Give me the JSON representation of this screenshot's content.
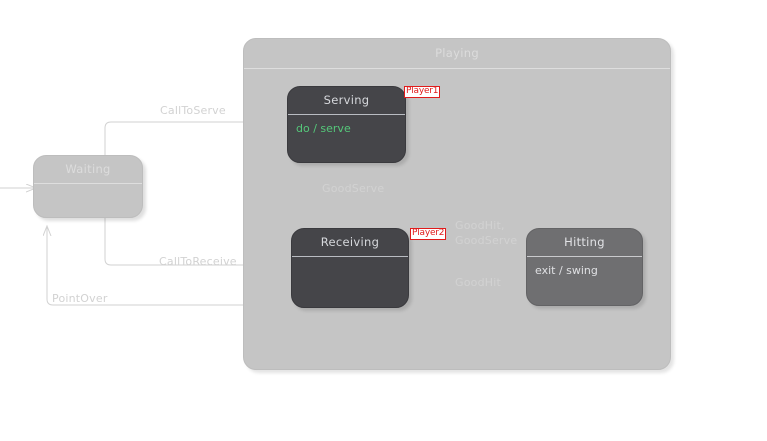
{
  "diagram": {
    "type": "uml-statechart",
    "colors": {
      "canvas_bg": "#ffffff",
      "active_state_fill": "#454549",
      "dimmed_state_fill": "#6f6f71",
      "inactive_state_fill": "#c5c5c5",
      "composite_fill": "#c5c5c5",
      "edge_stroke": "#d2d2d2",
      "do_action_text": "#55c87a",
      "annotation_red": "#e01b1b"
    },
    "composite": {
      "name": "playing-composite-state",
      "title": "Playing"
    },
    "states": [
      {
        "id": "waiting",
        "title": "Waiting",
        "body": ""
      },
      {
        "id": "serving",
        "title": "Serving",
        "body": "do / serve"
      },
      {
        "id": "receiving",
        "title": "Receiving",
        "body": ""
      },
      {
        "id": "hitting",
        "title": "Hitting",
        "body": "exit / swing"
      }
    ],
    "annotations": [
      {
        "id": "player1",
        "label": "Player1"
      },
      {
        "id": "player2",
        "label": "Player2"
      }
    ],
    "transitions": [
      {
        "id": "call-to-serve",
        "label": "CallToServe",
        "from": "waiting",
        "to": "serving"
      },
      {
        "id": "call-to-receive",
        "label": "CallToReceive",
        "from": "waiting",
        "to": "receiving"
      },
      {
        "id": "point-over",
        "label": "PointOver",
        "from": "playing",
        "to": "waiting"
      },
      {
        "id": "good-serve",
        "label": "GoodServe",
        "from": "serving",
        "to": "receiving"
      },
      {
        "id": "good-hit-serve",
        "label": "GoodHit,\nGoodServe",
        "from": "receiving",
        "to": "hitting"
      },
      {
        "id": "good-hit",
        "label": "GoodHit",
        "from": "hitting",
        "to": "receiving"
      }
    ]
  }
}
